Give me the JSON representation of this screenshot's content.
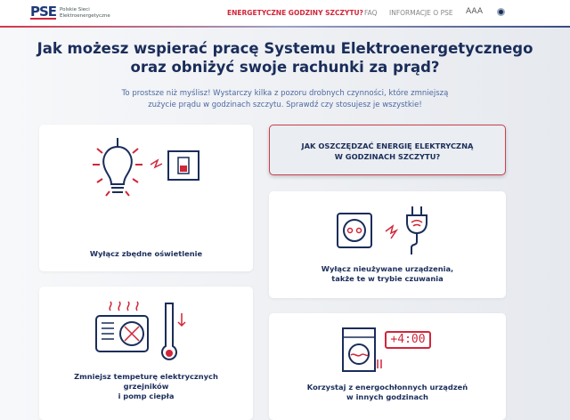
{
  "header": {
    "logo_mark": "PSE",
    "logo_line1": "Polskie Sieci",
    "logo_line2": "Elektroenergetyczne",
    "nav": {
      "peak_hours": "ENERGETYCZNE GODZINY SZCZYTU?",
      "faq": "FAQ",
      "about": "INFORMACJE O PSE",
      "font_size": "AAA"
    }
  },
  "main": {
    "title_line1": "Jak możesz wspierać pracę Systemu Elektroenergetycznego",
    "title_line2": "oraz obniżyć swoje rachunki za prąd?",
    "subtitle_line1": "To prostsze niż myślisz! Wystarczy kilka z pozoru drobnych czynności, które zmniejszą",
    "subtitle_line2": "zużycie prądu w godzinach szczytu. Sprawdź czy stosujesz je wszystkie!",
    "cta_line1": "JAK OSZCZĘDZAĆ ENERGIĘ ELEKTRYCZNĄ",
    "cta_line2": "W GODZINACH SZCZYTU?",
    "cards": [
      {
        "line1": "Wyłącz zbędne oświetlenie"
      },
      {
        "line1": "Wyłącz nieużywane urządzenia,",
        "line2": "także te w trybie czuwania"
      },
      {
        "line1": "Zmniejsz tempeturę elektrycznych",
        "line2": "grzejników",
        "line3": "i pomp ciepła"
      },
      {
        "line1": "Korzystaj z energochłonnych urządzeń",
        "line2": "w innych godzinach",
        "clock": "+4:00"
      }
    ]
  },
  "colors": {
    "navy": "#1a2d5a",
    "red": "#d1263a"
  }
}
